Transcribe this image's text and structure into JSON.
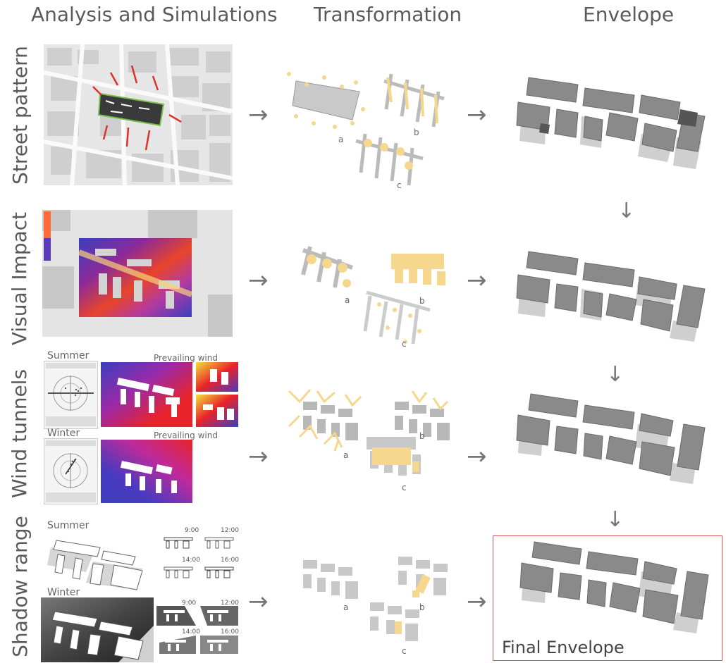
{
  "columns": {
    "analysis": "Analysis and Simulations",
    "transformation": "Transformation",
    "envelope": "Envelope"
  },
  "rows": {
    "street": "Street pattern",
    "visual": "Visual Impact",
    "wind": "Wind tunnels",
    "shadow": "Shadow range"
  },
  "wind": {
    "summer": "Summer",
    "winter": "Winter",
    "prevailing_1": "Prevailing wind",
    "prevailing_2": "Prevailing wind"
  },
  "shadow": {
    "summer": "Summer",
    "winter": "Winter",
    "summer_times": [
      "9:00",
      "12:00",
      "14:00",
      "16:00"
    ],
    "winter_times": [
      "9:00",
      "12:00",
      "14:00",
      "16:00"
    ]
  },
  "variant_labels": [
    "a",
    "b",
    "c"
  ],
  "final_label": "Final Envelope",
  "colors": {
    "final_border": "#d9534f",
    "yellow": "#f5d78e",
    "building_grey": "#8a8a8a",
    "street_red": "#d9342b"
  }
}
